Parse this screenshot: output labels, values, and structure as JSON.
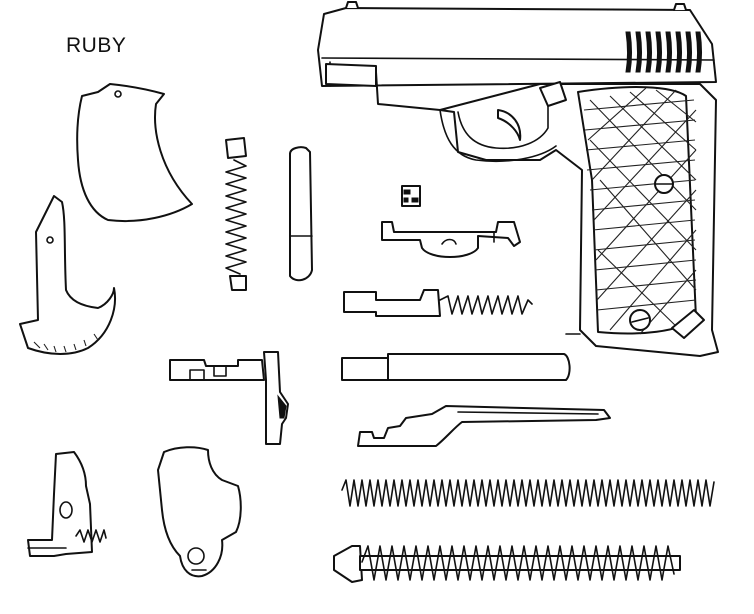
{
  "diagram": {
    "title": "RUBY",
    "parts": [
      {
        "id": "frame-assembly"
      },
      {
        "id": "grip-plate"
      },
      {
        "id": "hammer-strut"
      },
      {
        "id": "small-spring"
      },
      {
        "id": "plunger"
      },
      {
        "id": "small-pin"
      },
      {
        "id": "trigger-bar"
      },
      {
        "id": "firing-pin-with-spring"
      },
      {
        "id": "barrel-pin"
      },
      {
        "id": "safety-catch"
      },
      {
        "id": "extractor"
      },
      {
        "id": "magazine-catch"
      },
      {
        "id": "hammer"
      },
      {
        "id": "recoil-spring"
      },
      {
        "id": "recoil-spring-guide"
      }
    ]
  }
}
